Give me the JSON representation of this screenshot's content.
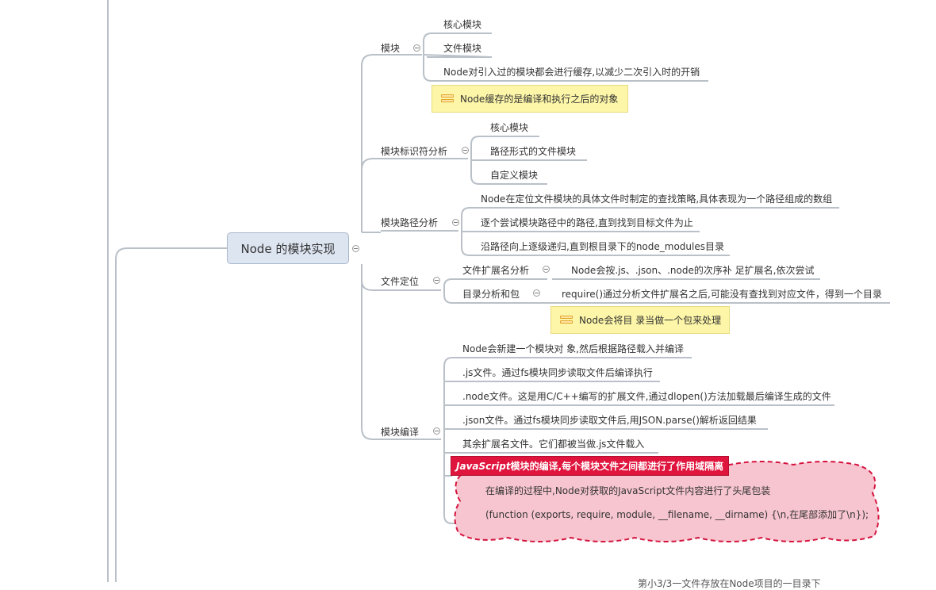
{
  "root": "Node 的模块实现",
  "module": {
    "label": "模块",
    "items": [
      "核心模块",
      "文件模块",
      "Node对引入过的模块都会进行缓存,以减少二次引入时的开销"
    ],
    "note": "Node缓存的是编译和执行之后的对象"
  },
  "identifier": {
    "label": "模块标识符分析",
    "items": [
      "核心模块",
      "路径形式的文件模块",
      "自定义模块"
    ]
  },
  "path_analysis": {
    "label": "模块路径分析",
    "items": [
      "Node在定位文件模块的具体文件时制定的查找策略,具体表现为一个路径组成的数组",
      "逐个尝试模块路径中的路径,直到找到目标文件为止",
      "沿路径向上逐级递归,直到根目录下的node_modules目录"
    ]
  },
  "file_locate": {
    "label": "文件定位",
    "ext_label": "文件扩展名分析",
    "ext_detail": "Node会按.js、.json、.node的次序补 足扩展名,依次尝试",
    "dir_label": "目录分析和包",
    "dir_detail": "require()通过分析文件扩展名之后,可能没有查找到对应文件，得到一个目录",
    "note": "Node会将目 录当做一个包来处理"
  },
  "compile": {
    "label": "模块编译",
    "items": [
      "Node会新建一个模块对 象,然后根据路径载入并编译",
      ".js文件。通过fs模块同步读取文件后编译执行",
      ".node文件。这是用C/C++编写的扩展文件,通过dlopen()方法加载最后编译生成的文件",
      ".json文件。通过fs模块同步读取文件后,用JSON.parse()解析返回结果",
      "其余扩展名文件。它们都被当做.js文件载入"
    ],
    "js_label_italic": "JavaScript",
    "js_label_rest": "模块的编译,每个模块文件之间都进行了作用域隔离",
    "js_items": [
      "在编译的过程中,Node对获取的JavaScript文件内容进行了头尾包装",
      "(function (exports, require, module, __filename, __dirname) {\\n,在尾部添加了\\n});"
    ]
  },
  "bottom_fragment": "第小3/3一文件存放在Node项目的一目录下",
  "colors": {
    "line": "#b9c0c8",
    "root_fill": "#dde5f1",
    "note_fill": "#fdf6a8",
    "red_label": "#e0153e",
    "cloud_fill": "#f7c5d0",
    "cloud_border": "#d4153f"
  }
}
